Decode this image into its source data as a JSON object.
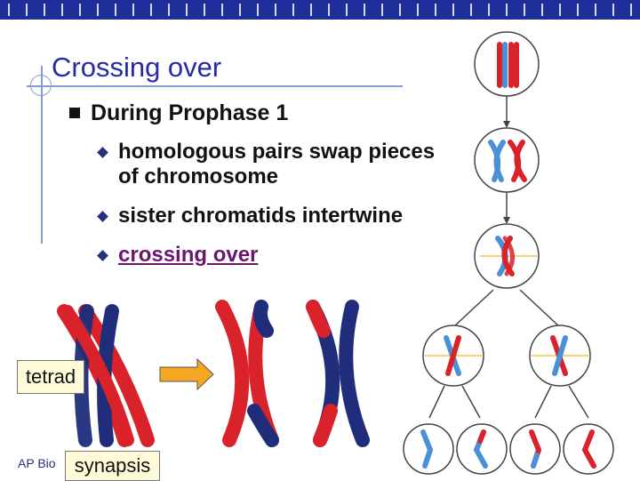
{
  "slide": {
    "title": "Crossing over",
    "bullet": "During Prophase 1",
    "sub_bullets": [
      "homologous pairs swap pieces of chromosome",
      "sister chromatids intertwine",
      "crossing over"
    ]
  },
  "labels": {
    "tetrad": "tetrad",
    "synapsis": "synapsis",
    "footer": "AP Bio"
  },
  "colors": {
    "title": "#262aa8",
    "red_chromosome": "#d9222a",
    "blue_chromosome": "#1f2d7a",
    "light_blue_chromosome": "#4a90d9",
    "label_box": "#fffbd9",
    "arrow": "#f5a623",
    "top_bar": "#1f2f9a"
  }
}
